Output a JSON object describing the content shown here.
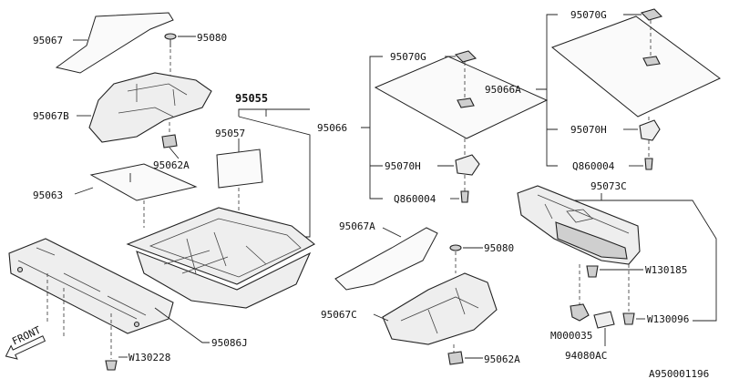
{
  "diagram": {
    "part_labels": {
      "p95067": "95067",
      "p95080_top": "95080",
      "p95067B": "95067B",
      "p95062A_top": "95062A",
      "p95055": "95055",
      "p95057": "95057",
      "p95063": "95063",
      "p95086J": "95086J",
      "pW130228": "W130228",
      "p95070G_mid": "95070G",
      "p95066": "95066",
      "p95070H_mid": "95070H",
      "pQ860004_mid": "Q860004",
      "p95070G_right": "95070G",
      "p95066A": "95066A",
      "p95070H_right": "95070H",
      "pQ860004_right": "Q860004",
      "p95073C": "95073C",
      "p95067A": "95067A",
      "p95080_bottom": "95080",
      "p95067C": "95067C",
      "p95062A_bottom": "95062A",
      "pW130185": "W130185",
      "pW130096": "W130096",
      "pM000035": "M000035",
      "p94080AC": "94080AC"
    },
    "front_label": "FRONT",
    "diagram_id": "A950001196"
  }
}
